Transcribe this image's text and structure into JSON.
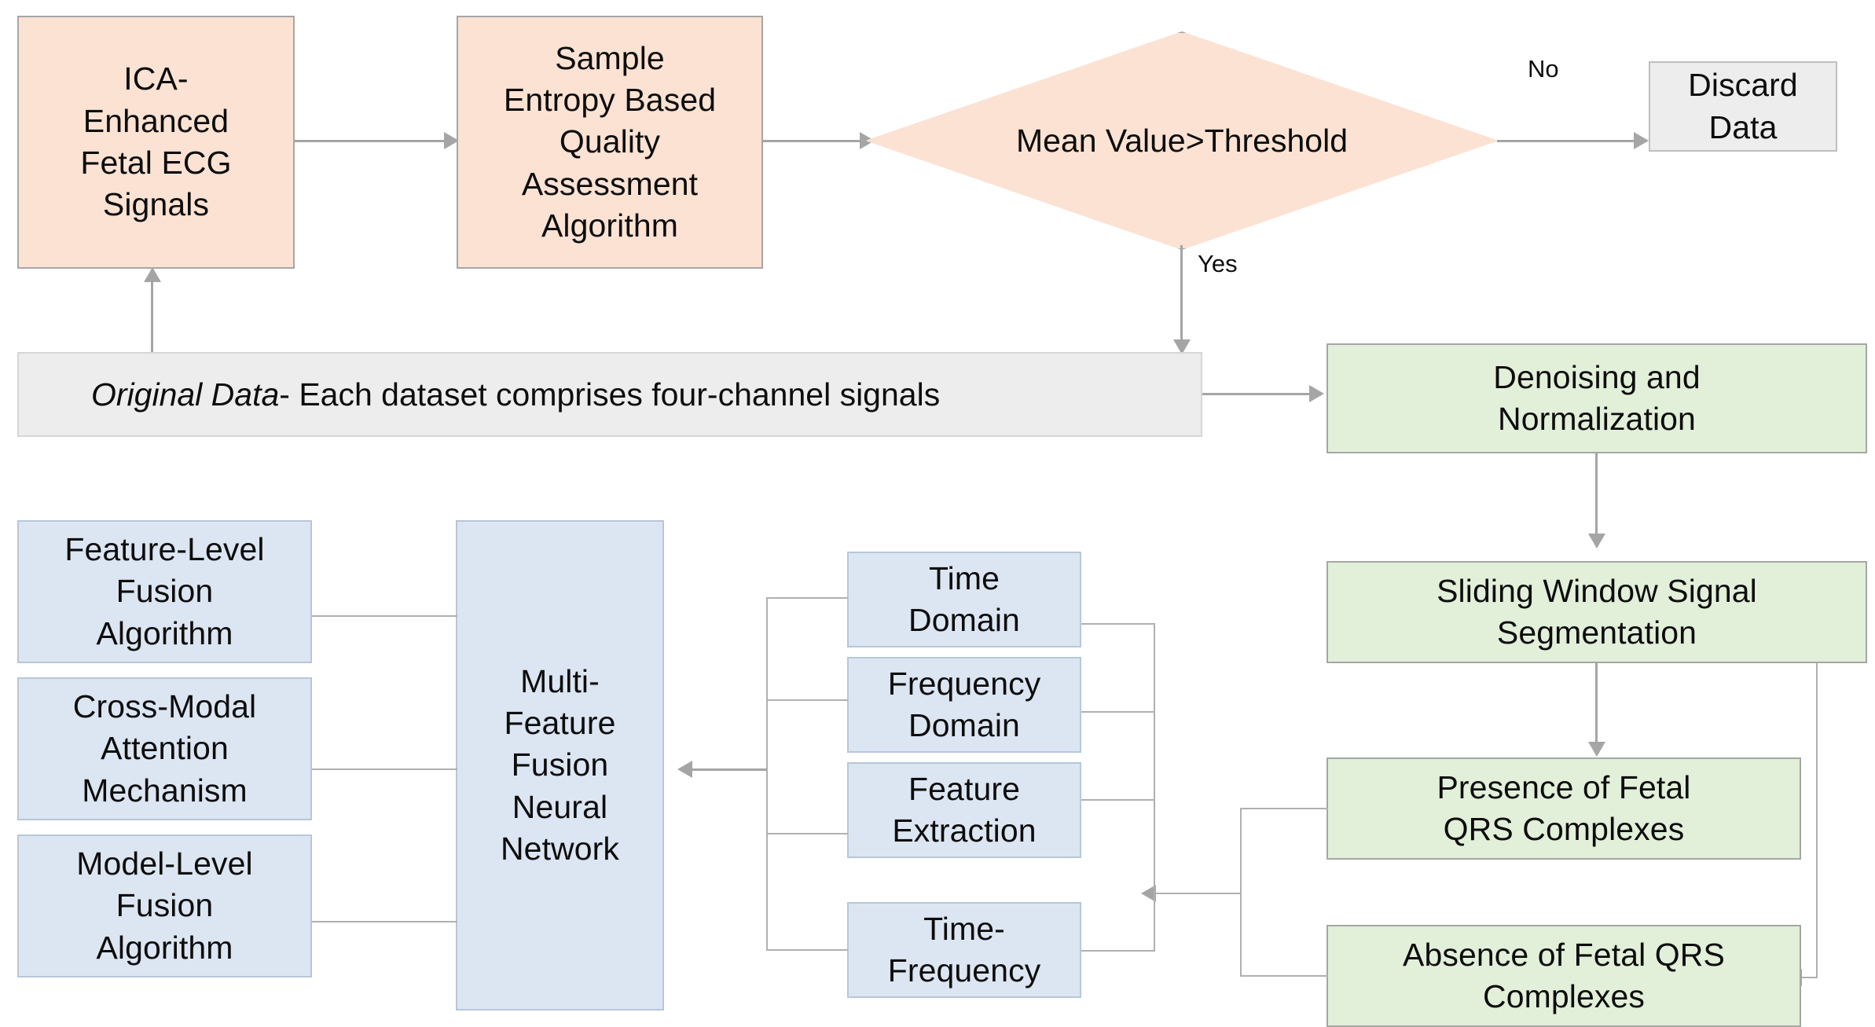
{
  "diagram": {
    "title": "ICA-Enhanced Fetal ECG Multi-Feature Fusion Pipeline",
    "colors": {
      "peach": "#fbe2d3",
      "green": "#e2efd9",
      "blue": "#dce6f2",
      "grey": "#ededed",
      "border": "#a6a6a6",
      "connector": "#a5a5a5"
    },
    "nodes": {
      "ica_signals": "ICA-\nEnhanced\nFetal ECG\nSignals",
      "sample_entropy": "Sample\nEntropy Based\nQuality\nAssessment\nAlgorithm",
      "decision": "Mean Value>Threshold",
      "discard_data": "Discard\nData",
      "original_data_em": "Original Data",
      "original_data_rest": " - Each dataset comprises four-channel signals",
      "denoising": "Denoising and\nNormalization",
      "sliding_window": "Sliding Window Signal\nSegmentation",
      "presence_qrs": "Presence of Fetal\nQRS Complexes",
      "absence_qrs": "Absence of Fetal QRS\nComplexes",
      "time_domain": "Time\nDomain",
      "frequency_domain": "Frequency\nDomain",
      "feature_extraction": "Feature\nExtraction",
      "time_frequency": "Time-\nFrequency",
      "mffnn": "Multi-\nFeature\nFusion\nNeural\nNetwork",
      "feature_level_fusion": "Feature-Level\nFusion\nAlgorithm",
      "cross_modal_attention": "Cross-Modal\nAttention\nMechanism",
      "model_level_fusion": "Model-Level\nFusion\nAlgorithm"
    },
    "edge_labels": {
      "no": "No",
      "yes": "Yes"
    }
  }
}
